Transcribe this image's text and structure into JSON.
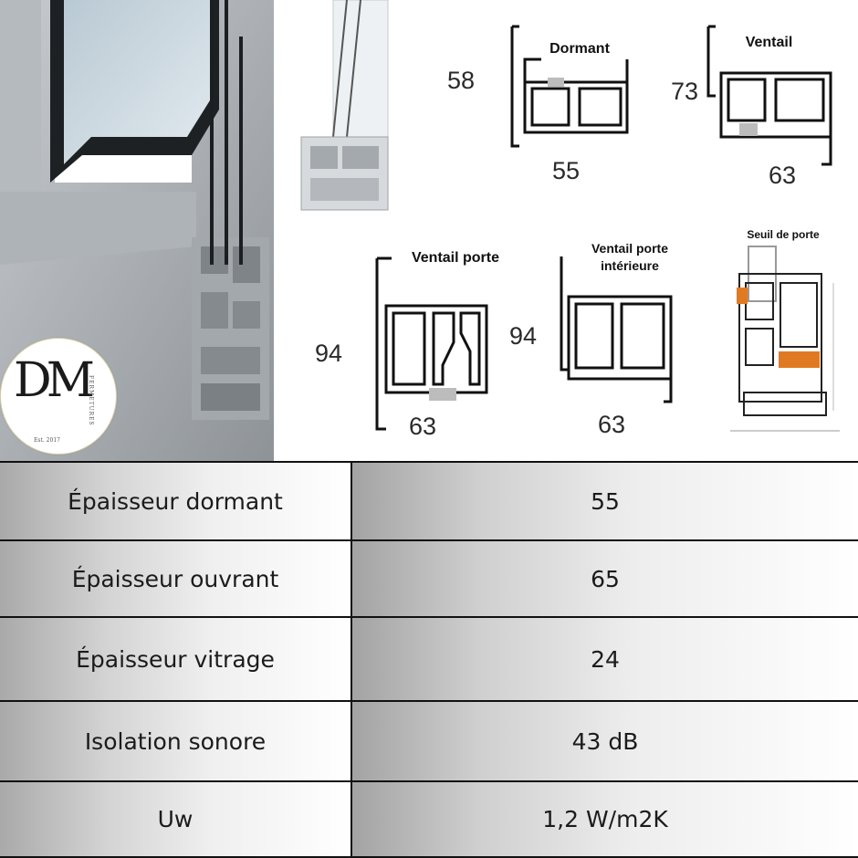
{
  "logo": {
    "letters": "DM",
    "brand": "FERMETURES",
    "est": "Est. 2017"
  },
  "profiles": {
    "dormant": {
      "title": "Dormant",
      "height": "58",
      "width": "55"
    },
    "ventail": {
      "title": "Ventail",
      "height": "73",
      "width": "63"
    },
    "ventail_porte": {
      "title": "Ventail porte",
      "height": "94",
      "width": "63"
    },
    "ventail_porte_interieure": {
      "title_line1": "Ventail porte",
      "title_line2": "intérieure",
      "height": "94",
      "width": "63"
    },
    "seuil": {
      "title": "Seuil de porte"
    }
  },
  "specs": [
    {
      "label": "Épaisseur dormant",
      "value": "55"
    },
    {
      "label": "Épaisseur ouvrant",
      "value": "65"
    },
    {
      "label": "Épaisseur vitrage",
      "value": "24"
    },
    {
      "label": "Isolation sonore",
      "value": "43 dB"
    },
    {
      "label": "Uw",
      "value": "1,2 W/m2K"
    }
  ],
  "colors": {
    "frame_grey": "#9ea3a8",
    "glass": "#c9d6de",
    "accent_orange": "#e07a22",
    "border": "#111111"
  }
}
